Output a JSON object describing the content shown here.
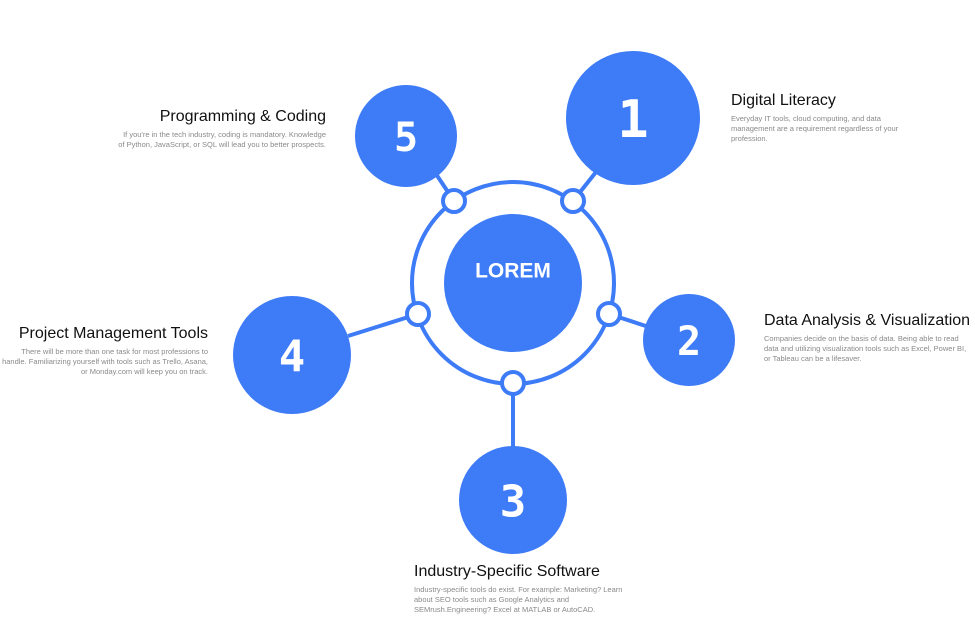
{
  "center": {
    "label": "LOREM"
  },
  "accent_color": "#3d7bf7",
  "nodes": [
    {
      "number": "1",
      "title": "Digital Literacy",
      "description": "Everyday IT tools, cloud computing, and data management are a requirement regardless of your profession."
    },
    {
      "number": "2",
      "title": "Data Analysis & Visualization",
      "description": "Companies decide on the basis of data. Being able to read data and utilizing visualization tools such as Excel, Power BI, or Tableau can be a lifesaver."
    },
    {
      "number": "3",
      "title": "Industry-Specific Software",
      "description": "Industry-specific tools do exist. For example: Marketing? Learn about SEO tools such as Google Analytics and SEMrush.Engineering? Excel at MATLAB or AutoCAD."
    },
    {
      "number": "4",
      "title": "Project Management Tools",
      "description": "There will be more than one task for most professions to handle. Familiarizing yourself with tools such as Trello, Asana, or Monday.com will keep you on track."
    },
    {
      "number": "5",
      "title": "Programming & Coding",
      "description": "If you're in the tech industry, coding is mandatory. Knowledge of Python, JavaScript, or SQL will lead you to better prospects."
    }
  ]
}
